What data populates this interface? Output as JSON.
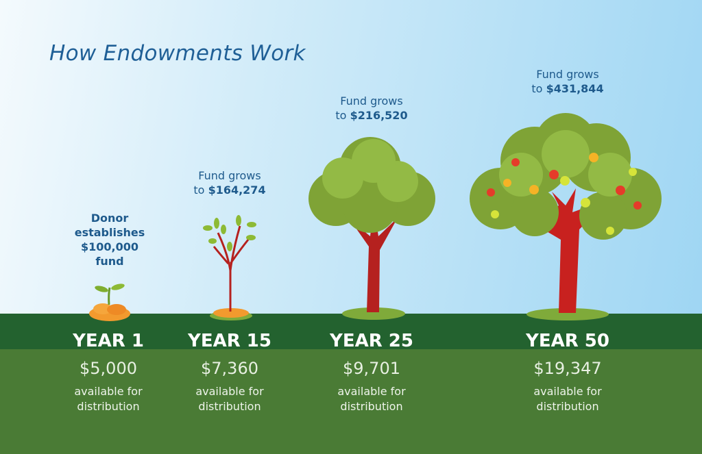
{
  "title": "How Endowments Work",
  "stages": [
    {
      "caption_line1": "Donor",
      "caption_line2": "establishes",
      "caption_line3": "$100,000",
      "caption_line4": "fund",
      "year": "YEAR 1",
      "amount": "$5,000",
      "avail_line1": "available for",
      "avail_line2": "distribution"
    },
    {
      "caption_line1": "Fund grows",
      "caption_prefix": "to ",
      "caption_value": "$164,274",
      "year": "YEAR 15",
      "amount": "$7,360",
      "avail_line1": "available for",
      "avail_line2": "distribution"
    },
    {
      "caption_line1": "Fund grows",
      "caption_prefix": "to ",
      "caption_value": "$216,520",
      "year": "YEAR 25",
      "amount": "$9,701",
      "avail_line1": "available for",
      "avail_line2": "distribution"
    },
    {
      "caption_line1": "Fund grows",
      "caption_prefix": "to ",
      "caption_value": "$431,844",
      "year": "YEAR 50",
      "amount": "$19,347",
      "avail_line1": "available for",
      "avail_line2": "distribution"
    }
  ],
  "colors": {
    "title": "#1f5f96",
    "band": "#23622f",
    "ground": "#4a7b35",
    "trunk": "#b5211f",
    "foliage": "#8db23f"
  }
}
